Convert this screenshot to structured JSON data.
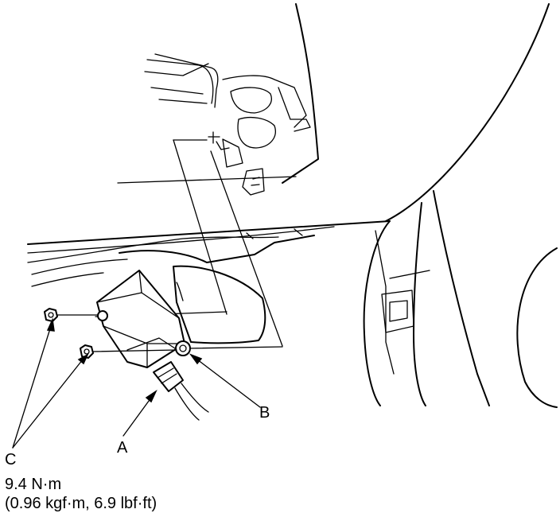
{
  "labels": {
    "a": "A",
    "b": "B",
    "c": "C",
    "torque_nm": "9.4 N·m",
    "torque_alt": "(0.96 kgf·m, 6.9 lbf·ft)"
  }
}
